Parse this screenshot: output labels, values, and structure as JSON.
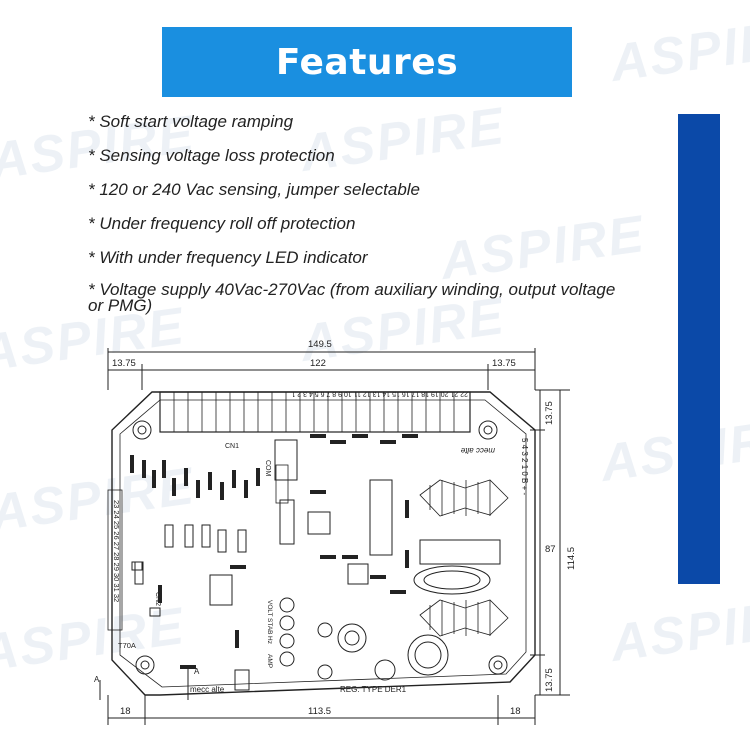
{
  "watermark": {
    "text": "ASPIRE"
  },
  "banner": {
    "title": "Features"
  },
  "features": [
    "* Soft start voltage ramping",
    "* Sensing voltage loss protection",
    "* 120 or 240 Vac sensing, jumper selectable",
    "* Under frequency roll off protection",
    "* With under frequency LED indicator",
    " * Voltage supply 40Vac-270Vac (from auxiliary winding, output voltage or PMG)"
  ],
  "drawing": {
    "dims": {
      "overall_width": "149.5",
      "left_margin": "13.75",
      "hole_span": "122",
      "right_margin": "13.75",
      "top_right": "13.75",
      "inner_height": "87",
      "overall_height": "114.5",
      "bottom_right": "13.75",
      "bottom_left": "18",
      "bottom_span": "113.5",
      "bottom_right_w": "18"
    },
    "terminal_numbers_top": "22 21 20 19 18 17 16 15 14 13 12 11 10 9 8 7 6 5 4 3 2 1",
    "terminal_numbers_left": "23 24 25 26 27 28 29 30 31 32",
    "labels": {
      "cn1": "CN1",
      "com": "COM",
      "cn2": "CN2",
      "model": "T70A",
      "brand_logo": "mecc alte",
      "brand_bottom": "mecc alte",
      "reg_type": "REG. TYPE DER1",
      "section_a1": "A",
      "section_a2": "A",
      "pot_labels": [
        "VOLT",
        "STAB",
        "Hz",
        "AMP"
      ],
      "right_terminals": "5 4 3 2 1 0 B + -"
    }
  },
  "colors": {
    "banner": "#1a8fe0",
    "sidebar": "#0b49a8",
    "text": "#222222",
    "watermark": "#dfe7ef"
  }
}
